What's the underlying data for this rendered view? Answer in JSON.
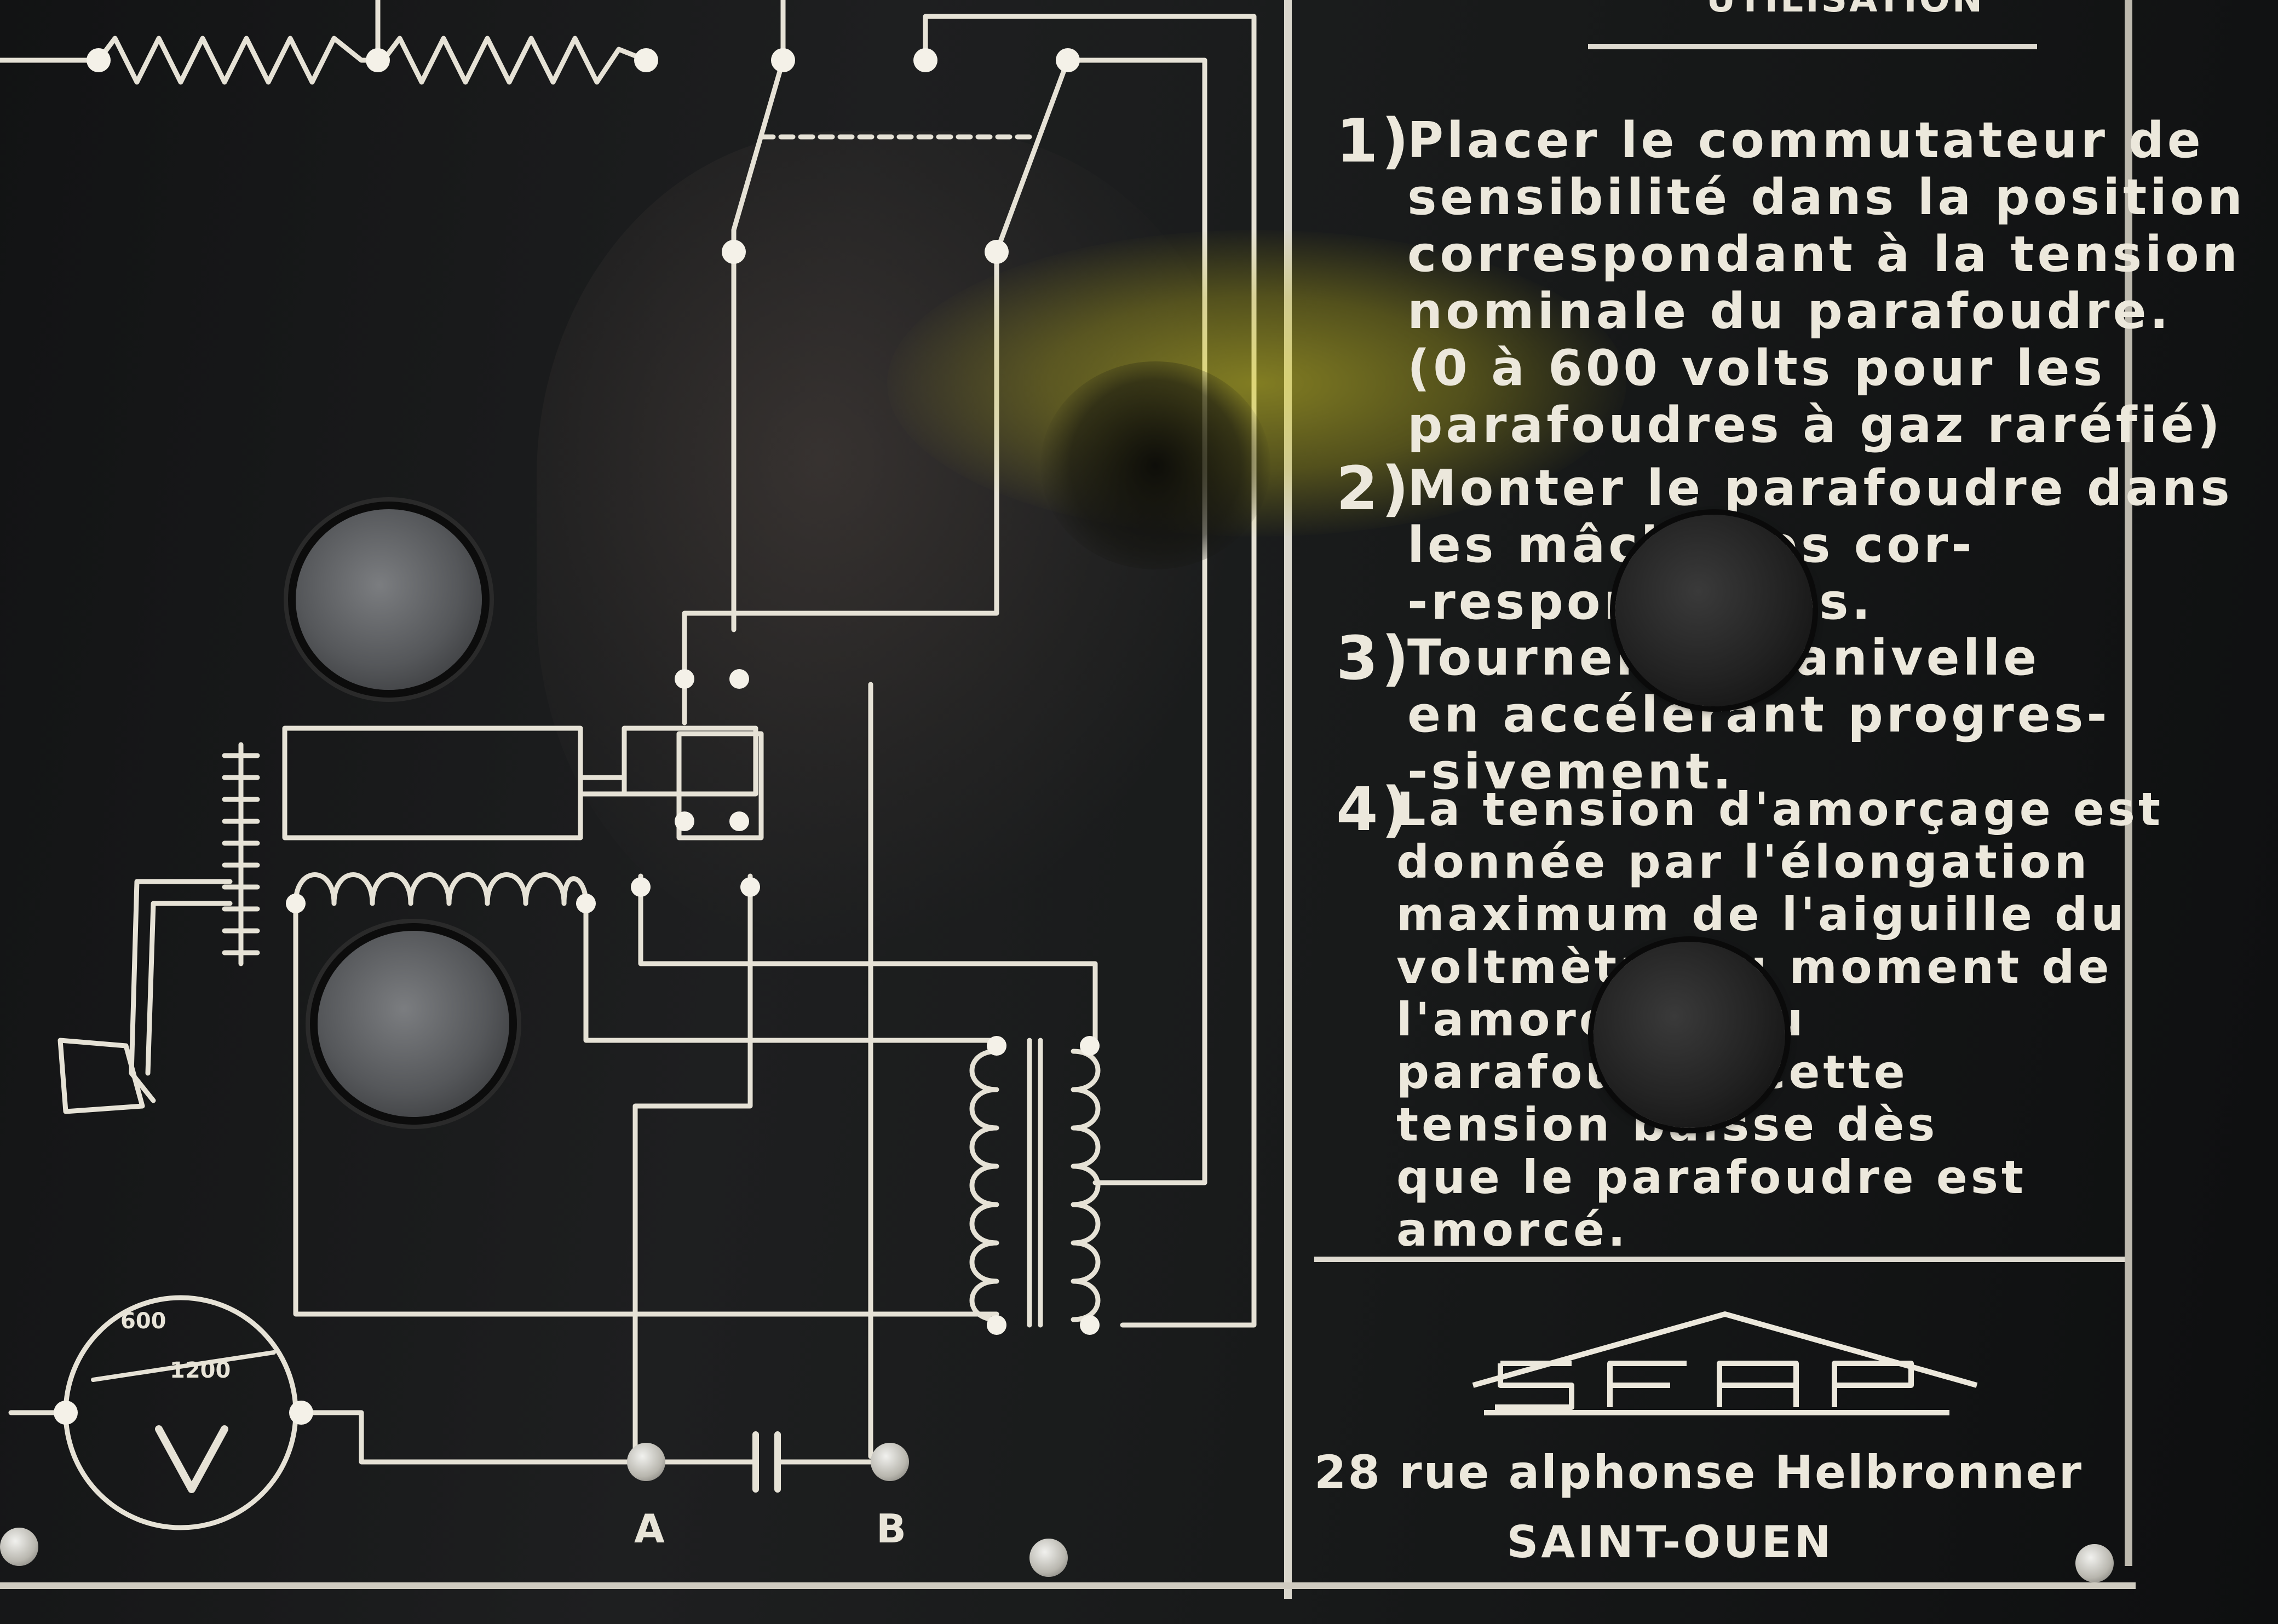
{
  "panel": {
    "heading": "UTILISATION",
    "steps": [
      {
        "number": "1)",
        "lines": [
          "Placer le commutateur de",
          "sensibilité dans la position",
          "correspondant à la tension",
          "nominale du parafoudre.",
          "(0 à 600 volts pour les",
          "parafoudres à gaz raréfié)"
        ]
      },
      {
        "number": "2)",
        "lines": [
          "Monter le parafoudre dans",
          "les mâchoires cor-",
          "-respondantes."
        ]
      },
      {
        "number": "3)",
        "lines": [
          "Tourner la manivelle",
          "en accélérant progres-",
          "-sivement."
        ]
      },
      {
        "number": "4)",
        "lines": [
          "La tension d'amorçage est",
          "donnée par l'élongation",
          "maximum de l'aiguille du",
          "voltmètre au moment de",
          "l'amorçage du",
          "parafoudre, cette",
          "tension baisse dès",
          "que le parafoudre est",
          "amorcé."
        ]
      }
    ],
    "logo_text": "SFAP",
    "address": "28 rue alphonse Helbronner",
    "city": "SAINT-OUEN",
    "meter": {
      "range_top": "600",
      "range_bottom": "1200",
      "unit": "V"
    },
    "terminals": [
      "A",
      "B"
    ]
  },
  "colors": {
    "panel_black": "#1a1a19",
    "engraving_white": "#ece8dc",
    "glare_yellow": "#d7cd28"
  }
}
